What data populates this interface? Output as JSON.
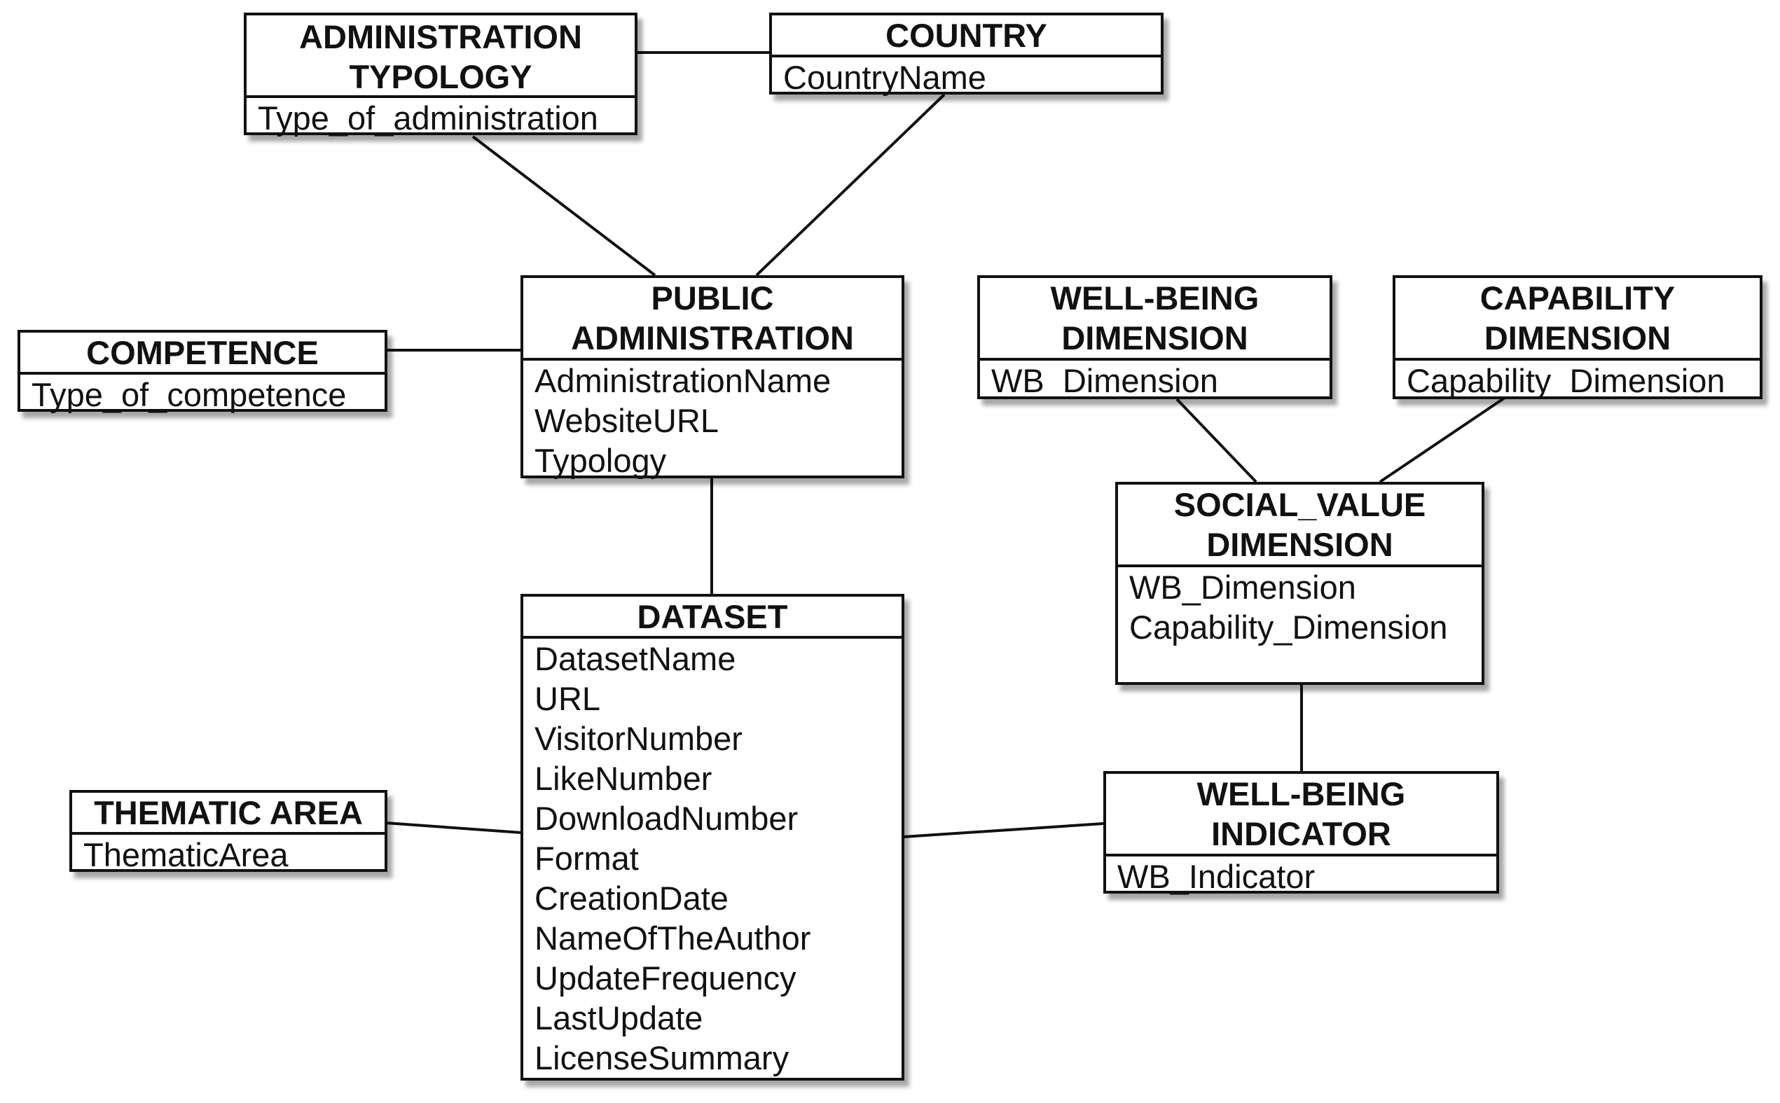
{
  "entities": [
    {
      "id": "administration-typology",
      "title": "ADMINISTRATION\nTYPOLOGY",
      "attributes": [
        "Type_of_administration"
      ]
    },
    {
      "id": "country",
      "title": "COUNTRY",
      "attributes": [
        "CountryName"
      ]
    },
    {
      "id": "competence",
      "title": "COMPETENCE",
      "attributes": [
        "Type_of_competence"
      ]
    },
    {
      "id": "public-administration",
      "title": "PUBLIC\nADMINISTRATION",
      "attributes": [
        "AdministrationName",
        "WebsiteURL",
        "Typology"
      ]
    },
    {
      "id": "well-being-dimension",
      "title": "WELL-BEING\nDIMENSION",
      "attributes": [
        "WB_Dimension"
      ]
    },
    {
      "id": "capability-dimension",
      "title": "CAPABILITY\nDIMENSION",
      "attributes": [
        "Capability_Dimension"
      ]
    },
    {
      "id": "social-value-dimension",
      "title": "SOCIAL_VALUE\nDIMENSION",
      "attributes": [
        "WB_Dimension",
        "Capability_Dimension"
      ]
    },
    {
      "id": "dataset",
      "title": "DATASET",
      "attributes": [
        "DatasetName",
        "URL",
        "VisitorNumber",
        "LikeNumber",
        "DownloadNumber",
        "Format",
        "CreationDate",
        "NameOfTheAuthor",
        "UpdateFrequency",
        "LastUpdate",
        "LicenseSummary"
      ]
    },
    {
      "id": "thematic-area",
      "title": "THEMATIC AREA",
      "attributes": [
        "ThematicArea"
      ]
    },
    {
      "id": "well-being-indicator",
      "title": "WELL-BEING\nINDICATOR",
      "attributes": [
        "WB_Indicator"
      ]
    }
  ],
  "relationships": [
    {
      "from": "administration-typology",
      "to": "country"
    },
    {
      "from": "administration-typology",
      "to": "public-administration"
    },
    {
      "from": "country",
      "to": "public-administration"
    },
    {
      "from": "competence",
      "to": "public-administration"
    },
    {
      "from": "public-administration",
      "to": "dataset"
    },
    {
      "from": "well-being-dimension",
      "to": "social-value-dimension"
    },
    {
      "from": "capability-dimension",
      "to": "social-value-dimension"
    },
    {
      "from": "social-value-dimension",
      "to": "well-being-indicator"
    },
    {
      "from": "thematic-area",
      "to": "dataset"
    },
    {
      "from": "dataset",
      "to": "well-being-indicator"
    }
  ]
}
